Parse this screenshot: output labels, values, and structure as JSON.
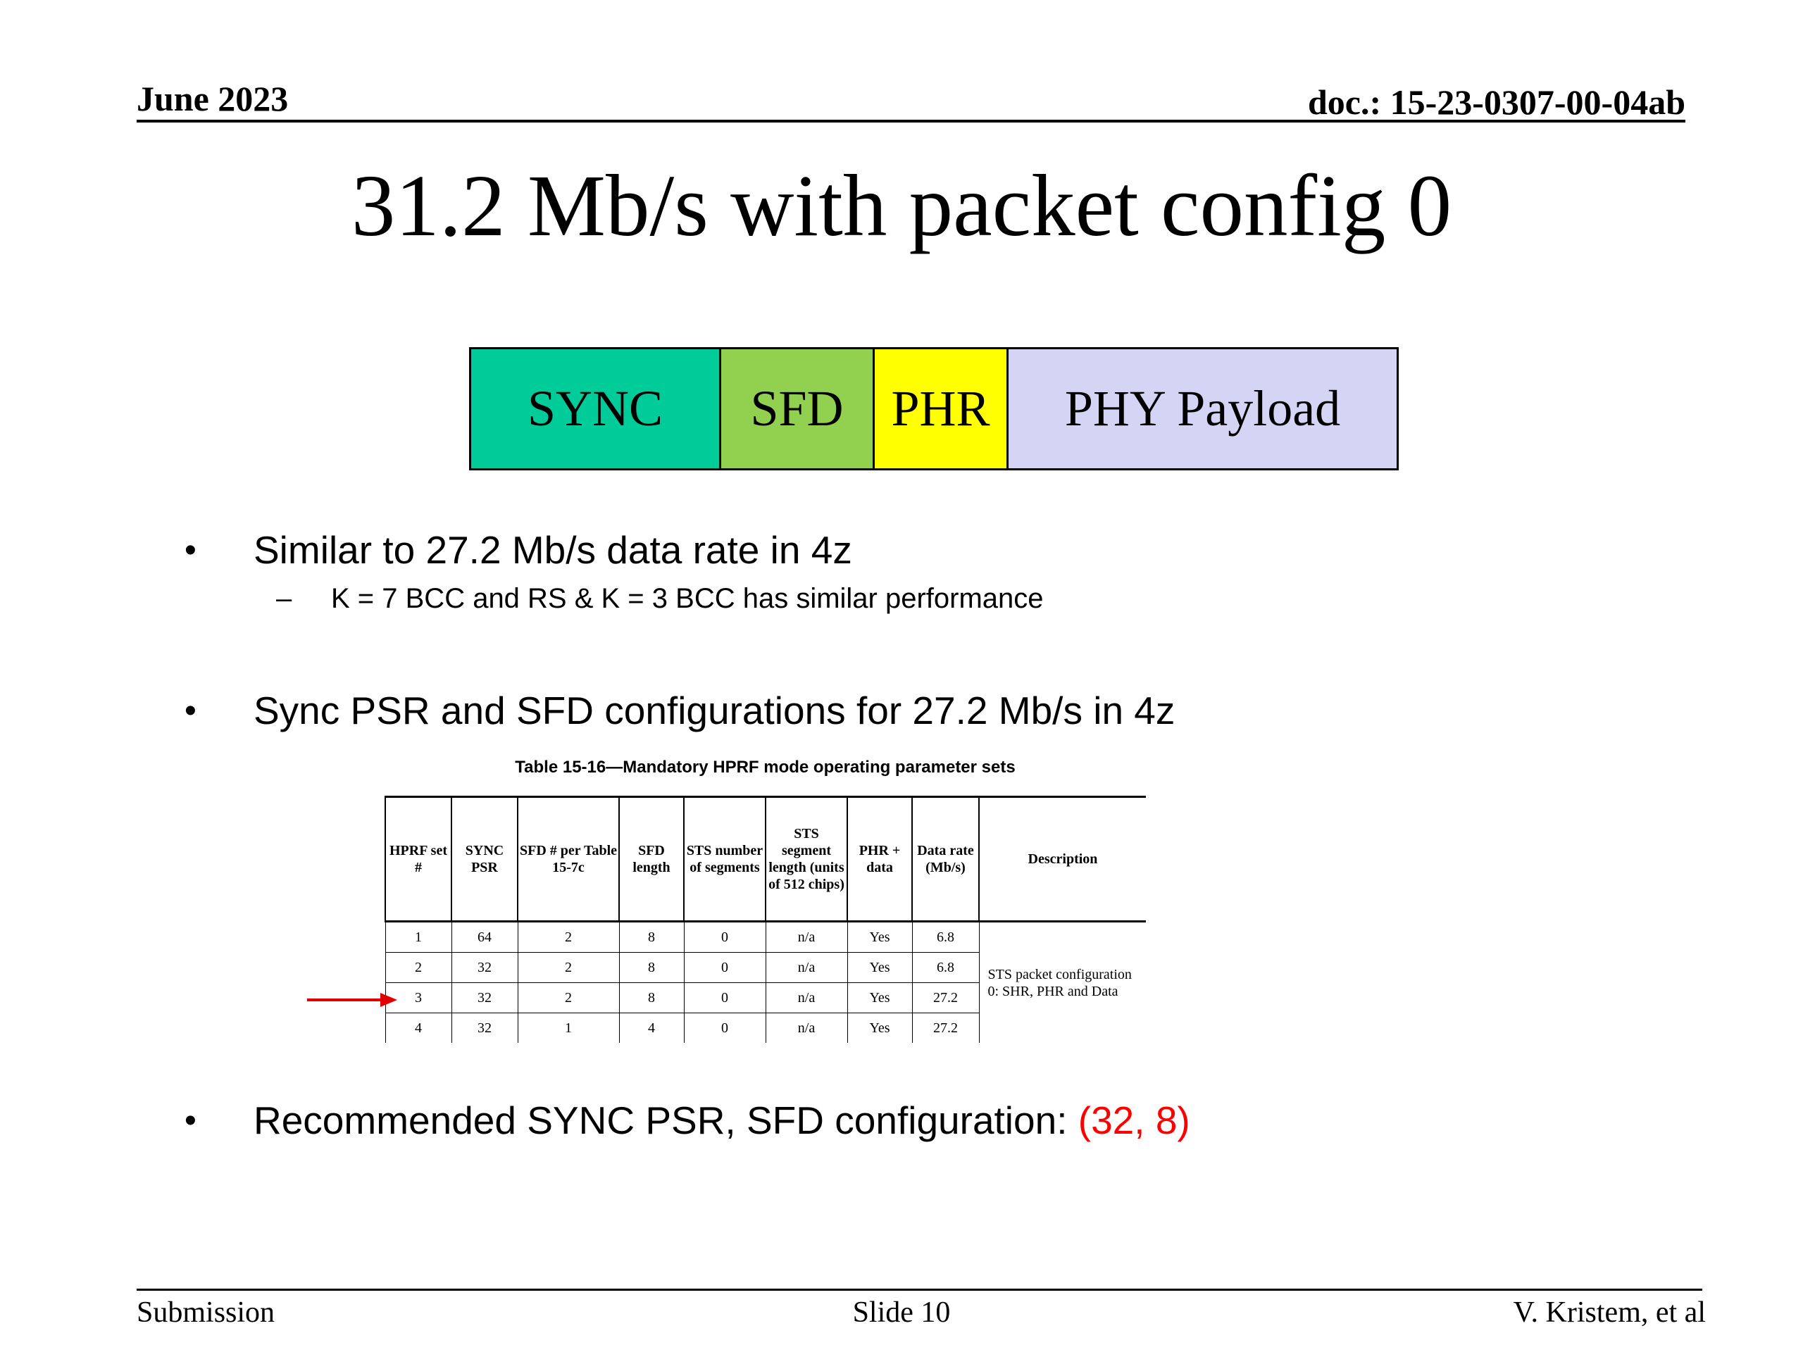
{
  "header": {
    "date": "June 2023",
    "doc": "doc.: 15-23-0307-00-04ab"
  },
  "title": "31.2 Mb/s with packet config 0",
  "packet": {
    "fields": [
      {
        "label": "SYNC",
        "color": "#00cc99"
      },
      {
        "label": "SFD",
        "color": "#92d050"
      },
      {
        "label": "PHR",
        "color": "#ffff00"
      },
      {
        "label": "PHY Payload",
        "color": "#d4d4f5"
      }
    ]
  },
  "bullets": [
    {
      "text": "Similar to 27.2 Mb/s data rate in 4z",
      "sub": [
        "K = 7 BCC and RS & K = 3 BCC has similar performance"
      ]
    },
    {
      "text": "Sync PSR and SFD configurations for 27.2 Mb/s in 4z"
    },
    {
      "text": "Recommended SYNC PSR, SFD configuration: ",
      "highlight": "(32, 8)",
      "highlight_color": "#ff0000"
    }
  ],
  "bullet_symbol": "•",
  "sub_symbol": "–",
  "table": {
    "caption": "Table 15-16—Mandatory HPRF mode operating parameter sets",
    "headers": [
      "HPRF set #",
      "SYNC PSR",
      "SFD # per Table 15-7c",
      "SFD length",
      "STS number of segments",
      "STS segment length (units of 512 chips)",
      "PHR + data",
      "Data rate (Mb/s)",
      "Description"
    ],
    "rows": [
      [
        "1",
        "64",
        "2",
        "8",
        "0",
        "n/a",
        "Yes",
        "6.8"
      ],
      [
        "2",
        "32",
        "2",
        "8",
        "0",
        "n/a",
        "Yes",
        "6.8"
      ],
      [
        "3",
        "32",
        "2",
        "8",
        "0",
        "n/a",
        "Yes",
        "27.2"
      ],
      [
        "4",
        "32",
        "1",
        "4",
        "0",
        "n/a",
        "Yes",
        "27.2"
      ]
    ],
    "description": "STS packet configuration 0: SHR, PHR and Data",
    "highlighted_row": 3,
    "arrow_color": "#e00000"
  },
  "footer": {
    "left": "Submission",
    "center": "Slide 10",
    "right": "V. Kristem, et al"
  }
}
